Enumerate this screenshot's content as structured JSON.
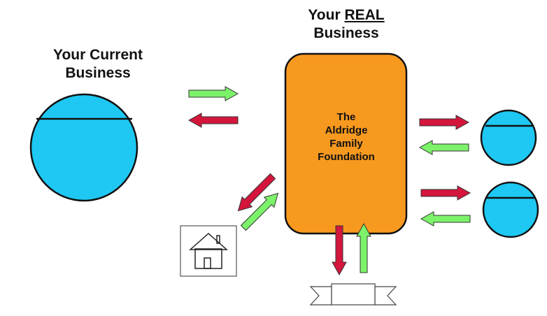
{
  "titles": {
    "current_line1": "Your Current",
    "current_line2": "Business",
    "real_prefix": "Your ",
    "real_emph": "REAL",
    "real_line2": "Business"
  },
  "foundation": {
    "line1": "The",
    "line2": "Aldridge",
    "line3": "Family",
    "line4": "Foundation"
  },
  "colors": {
    "tank_fill": "#1ec8f3",
    "foundation_fill": "#f7991f",
    "arrow_green": "#7cf26a",
    "arrow_red": "#d4163c",
    "outline": "#111111"
  },
  "icons": {
    "house": "house-icon",
    "banner": "ribbon-banner-icon"
  }
}
